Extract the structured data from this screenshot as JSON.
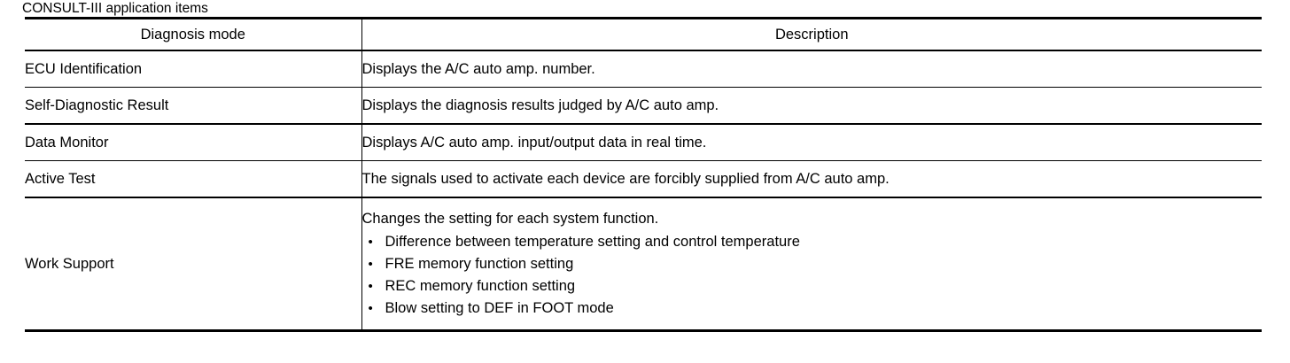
{
  "caption": "CONSULT-III application items",
  "table": {
    "columns": [
      {
        "key": "mode",
        "header": "Diagnosis mode"
      },
      {
        "key": "description",
        "header": "Description"
      }
    ],
    "rows": [
      {
        "mode": "ECU Identification",
        "description": "Displays the A/C auto amp. number."
      },
      {
        "mode": "Self-Diagnostic Result",
        "description": "Displays the diagnosis results judged by A/C auto amp."
      },
      {
        "mode": "Data Monitor",
        "description": "Displays A/C auto amp. input/output data in real time."
      },
      {
        "mode": "Active Test",
        "description": "The signals used to activate each device are forcibly supplied from A/C auto amp."
      },
      {
        "mode": "Work Support",
        "description": "Changes the setting for each system function.",
        "bullets": [
          "Difference between temperature setting and control temperature",
          "FRE memory function setting",
          "REC memory function setting",
          "Blow setting to DEF in FOOT mode"
        ],
        "bullet_glyph": "•"
      }
    ]
  },
  "colors": {
    "text": "#000000",
    "rule": "#000000",
    "background": "#ffffff"
  }
}
